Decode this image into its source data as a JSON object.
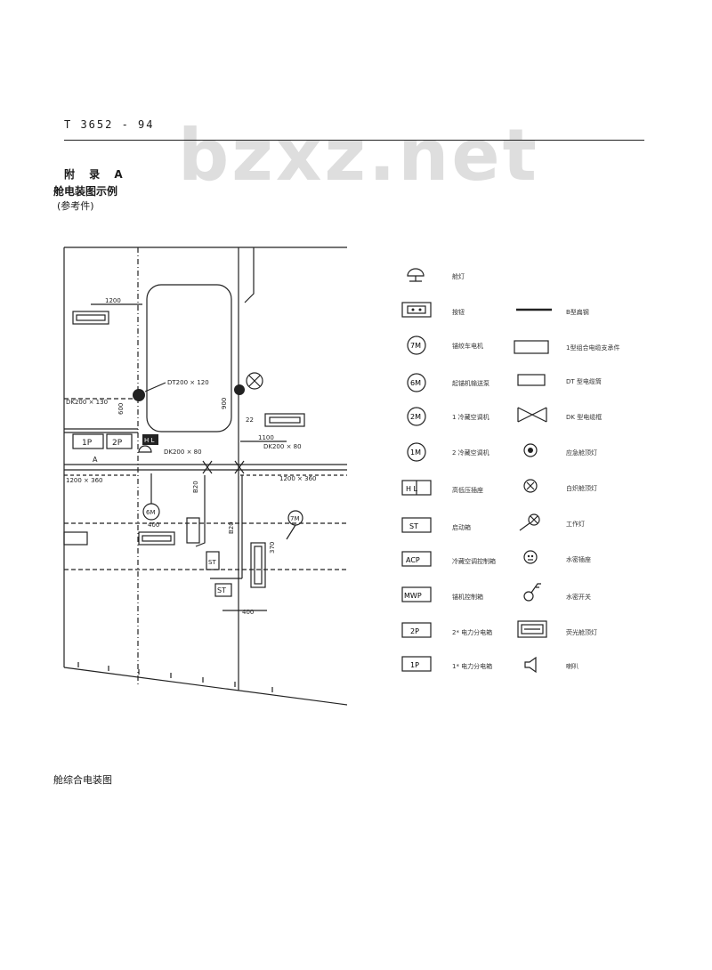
{
  "watermark": "bzxz.net",
  "header": {
    "doc_no": "T 3652 - 94",
    "appendix": "附 录 A",
    "title": "舱电装图示例",
    "subtitle": "(参考件)"
  },
  "drawing": {
    "dim_top": "1200",
    "dim_left": "DK200 × 130",
    "dt_label": "DT200 × 120",
    "dim_600": "600",
    "dim_900": "900",
    "dim_22": "22",
    "dim_1100": "1100",
    "box_1p": "1P",
    "box_2p": "2P",
    "box_hl": "H L",
    "section_a": "A",
    "dk_left": "DK200 × 80",
    "dk_right": "DK200 × 80",
    "dim_left_row": "1200 × 360",
    "dim_right_row": "1200 × 360",
    "b20_a": "B20",
    "b20_b": "B20",
    "motor_6m": "6M",
    "motor_7m": "7M",
    "dim_400": "400",
    "dim_370": "370",
    "st_a": "ST",
    "st_b": "ST",
    "dim_400b": "400"
  },
  "legend": {
    "left": [
      {
        "icon": "lamp-icon",
        "label": "舱灯"
      },
      {
        "icon": "button-box-icon",
        "label": "按钮"
      },
      {
        "icon": "motor-7m-icon",
        "text": "7M",
        "label": "锚绞车电机"
      },
      {
        "icon": "motor-6m-icon",
        "text": "6M",
        "label": "起锚机输送泵"
      },
      {
        "icon": "motor-2m-icon",
        "text": "2M",
        "label": "1  冷藏空调机"
      },
      {
        "icon": "motor-1m-icon",
        "text": "1M",
        "label": "2  冷藏空调机"
      },
      {
        "icon": "hl-socket-icon",
        "text": "H L",
        "label": "高低压插座"
      },
      {
        "icon": "st-box-icon",
        "text": "ST",
        "label": "启动箱"
      },
      {
        "icon": "acp-box-icon",
        "text": "ACP",
        "label": "冷藏空调控制箱"
      },
      {
        "icon": "mwp-box-icon",
        "text": "MWP",
        "label": "锚机控制箱"
      },
      {
        "icon": "2p-box-icon",
        "text": "2P",
        "label": "2* 电力分电箱"
      },
      {
        "icon": "1p-box-icon",
        "text": "1P",
        "label": "1* 电力分电箱"
      }
    ],
    "right": [
      {
        "icon": "b-cable-icon",
        "label": "B型扁钢"
      },
      {
        "icon": "junction-box-icon",
        "label": "1型组合电缆支承件"
      },
      {
        "icon": "dt-cable-icon",
        "label": "DT 型电缆筒"
      },
      {
        "icon": "dk-cable-icon",
        "label": "DK 型电缆框"
      },
      {
        "icon": "emergency-light-icon",
        "label": "应急舱顶灯"
      },
      {
        "icon": "incandescent-light-icon",
        "label": "白炽舱顶灯"
      },
      {
        "icon": "work-light-icon",
        "label": "工作灯"
      },
      {
        "icon": "watertight-socket-icon",
        "label": "水密插座"
      },
      {
        "icon": "watertight-switch-icon",
        "label": "水密开关"
      },
      {
        "icon": "fluorescent-light-icon",
        "label": "荧光舱顶灯"
      },
      {
        "icon": "speaker-icon",
        "label": "喇叭"
      }
    ]
  },
  "caption": "舱综合电装图"
}
